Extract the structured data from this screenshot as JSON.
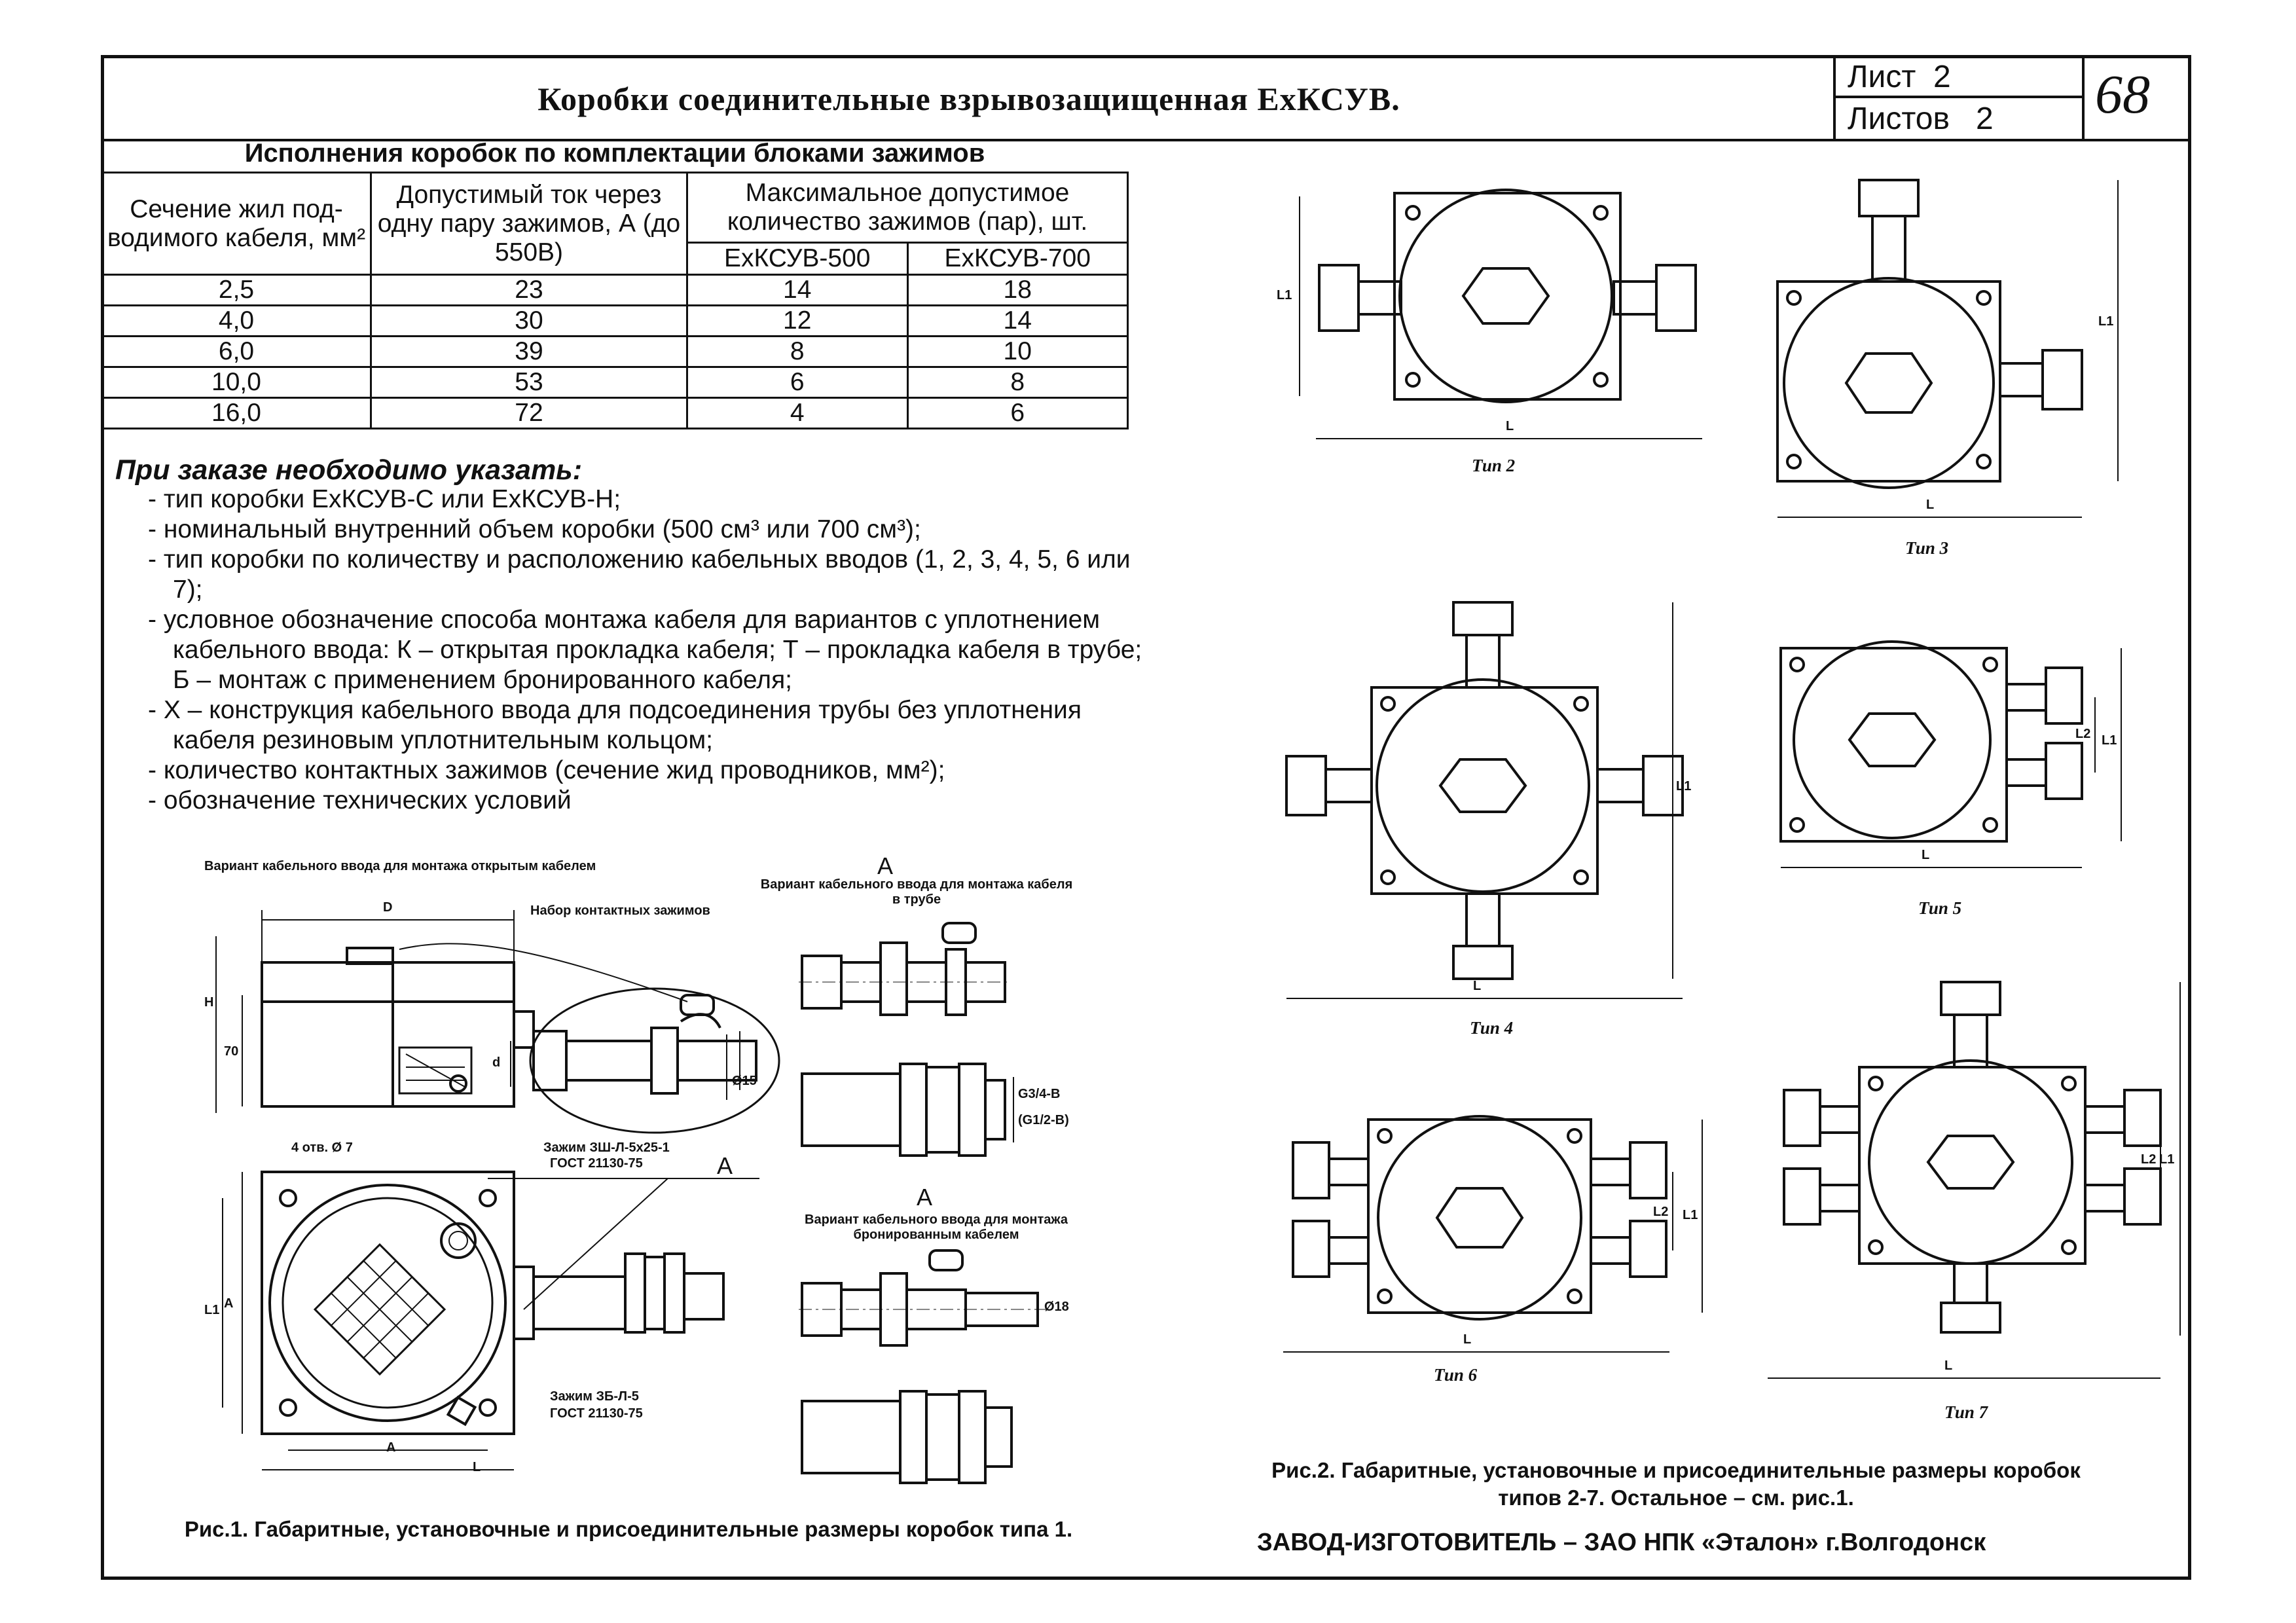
{
  "header": {
    "title": "Коробки соединительные взрывозащищенная ExКСУВ.",
    "sheet_label": "Лист  2",
    "sheets_label": "Листов   2",
    "page_number": "68"
  },
  "table": {
    "caption": "Исполнения коробок по комплектации блоками зажимов",
    "head": {
      "col1": "Сечение жил под-водимого кабеля, мм²",
      "col2": "Допустимый ток через одну пару зажимов, А (до 550В)",
      "col3": "Максимальное допустимое количество зажимов (пар), шт.",
      "col3a": "ExКСУВ-500",
      "col3b": "ExКСУВ-700"
    },
    "rows": [
      [
        "2,5",
        "23",
        "14",
        "18"
      ],
      [
        "4,0",
        "30",
        "12",
        "14"
      ],
      [
        "6,0",
        "39",
        "8",
        "10"
      ],
      [
        "10,0",
        "53",
        "6",
        "8"
      ],
      [
        "16,0",
        "72",
        "4",
        "6"
      ]
    ]
  },
  "order": {
    "title": "При заказе необходимо указать:",
    "items": [
      "- тип коробки ExКСУВ-С или ExКСУВ-Н;",
      "- номинальный внутренний объем коробки (500 см³ или 700 см³);",
      "- тип коробки по количеству и расположению кабельных вводов (1, 2, 3, 4, 5, 6 или 7);",
      "- условное обозначение способа монтажа кабеля для вариантов с уплотнением кабельного ввода: К – открытая прокладка кабеля;     Т – прокладка кабеля в трубе; Б – монтаж с применением бронированного кабеля;",
      "- Х – конструкция кабельного ввода для подсоединения трубы без уплотнения кабеля резиновым уплотнительным кольцом;",
      "- количество контактных зажимов (сечение жид проводников, мм²);",
      "- обозначение технических условий"
    ]
  },
  "fig1": {
    "top_label": "Вариант кабельного ввода для монтажа открытым кабелем",
    "nabor": "Набор контактных зажимов",
    "dim_D": "D",
    "dim_H": "H",
    "dim_70": "70",
    "dim_d": "d",
    "dim_15": "Ø15",
    "holes": "4 отв. Ø 7",
    "clamp1": "Зажим ЗШ-Л-5х25-1",
    "gost1": "ГОСТ 21130-75",
    "clamp2": "Зажим ЗБ-Л-5",
    "gost2": "ГОСТ 21130-75",
    "dim_A": "A",
    "dim_L": "L",
    "dim_L1": "L1",
    "letter_A": "A",
    "variant_tube_A": "A",
    "variant_tube": "Вариант кабельного ввода для монтажа кабеля в трубе",
    "thread1": "G3/4-B",
    "thread2": "(G1/2-B)",
    "variant_armor_A": "A",
    "variant_armor": "Вариант кабельного ввода для монтажа бронированным кабелем",
    "dim_18": "Ø18",
    "caption": "Рис.1. Габаритные, установочные и присоединительные размеры коробок типа 1."
  },
  "fig2": {
    "types": [
      "Тип 2",
      "Тип 3",
      "Тип 4",
      "Тип 5",
      "Тип 6",
      "Тип 7"
    ],
    "dim_L": "L",
    "dim_L1": "L1",
    "dim_L2": "L2",
    "caption": "Рис.2. Габаритные, установочные и присоединительные размеры коробок типов 2-7. Остальное – см. рис.1."
  },
  "footer": {
    "factory": "ЗАВОД-ИЗГОТОВИТЕЛЬ – ЗАО НПК «Эталон» г.Волгодонск"
  }
}
